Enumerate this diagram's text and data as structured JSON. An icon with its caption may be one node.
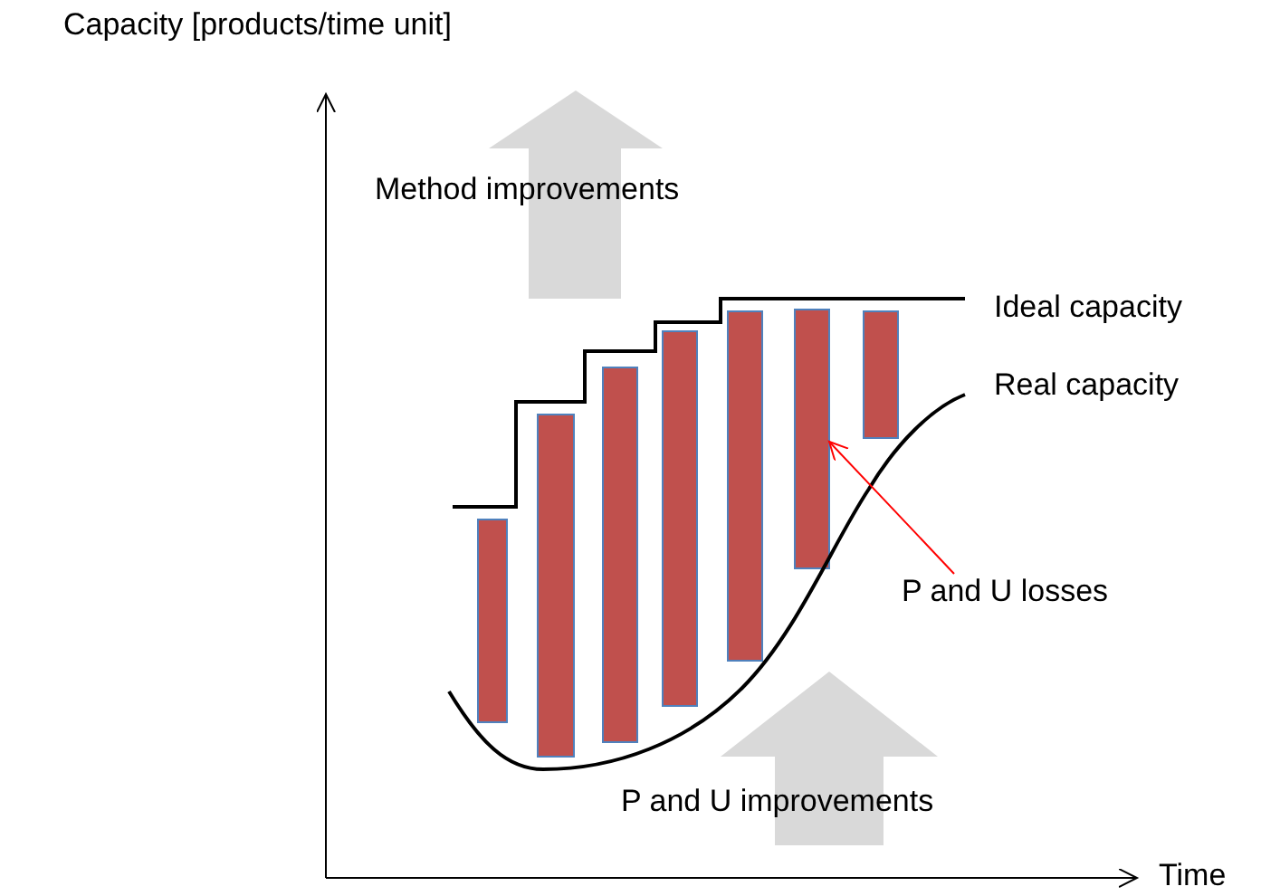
{
  "diagram": {
    "nodes": [
      {
        "text": [
          "P and U losses"
        ]
      },
      {
        "text": [],
        "shape": "bar"
      },
      {
        "text": [],
        "shape": "bar"
      },
      {
        "text": [],
        "shape": "bar"
      },
      {
        "text": [],
        "shape": "bar"
      },
      {
        "text": [],
        "shape": "bar"
      },
      {
        "text": [],
        "shape": "bar"
      },
      {
        "text": [],
        "shape": "bar"
      }
    ],
    "edges": [
      {
        "from": 0,
        "to": 6,
        "arrow": "to",
        "color": "#ff0000"
      }
    ],
    "labels": [
      "Capacity [products/time unit]",
      "Method improvements",
      "Ideal capacity",
      "Real capacity",
      "P and U improvements",
      "Time"
    ]
  }
}
